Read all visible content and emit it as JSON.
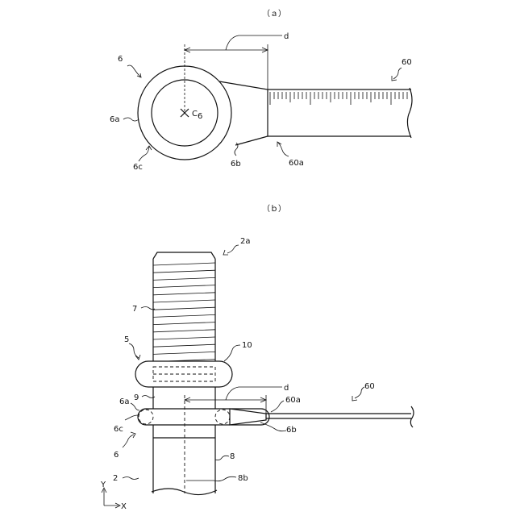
{
  "figure_a": {
    "caption": "（ａ）",
    "labels": {
      "ring": "6",
      "ring_outer": "6a",
      "ring_edge": "6c",
      "neck": "6b",
      "center": "C",
      "center_sub": "6",
      "dimension": "d",
      "scale": "60",
      "scale_end": "60a"
    }
  },
  "figure_b": {
    "caption": "（ｂ）",
    "labels": {
      "bolt_top": "2a",
      "thread": "7",
      "nut": "5",
      "nut_bore": "10",
      "gap": "9",
      "ring_top": "6a",
      "ring_edge": "6c",
      "ring": "6",
      "neck": "6b",
      "dimension": "d",
      "scale_end": "60a",
      "scale": "60",
      "shank": "8",
      "axis_line": "8b",
      "bolt": "2",
      "axis_y": "Y",
      "axis_x": "X"
    }
  }
}
